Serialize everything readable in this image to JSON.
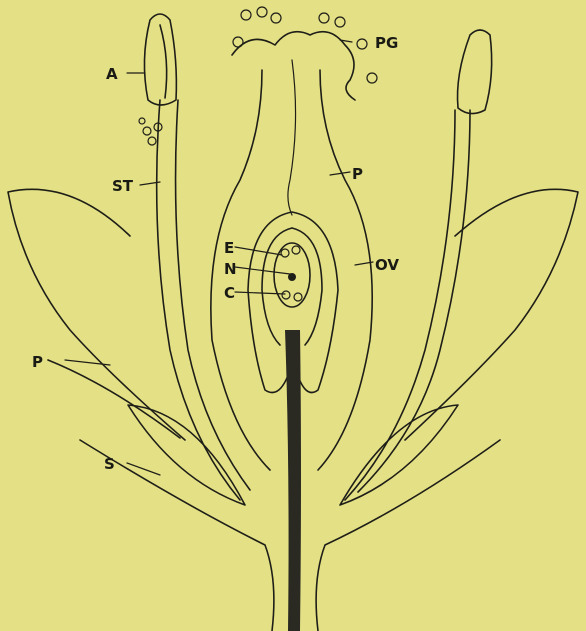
{
  "labels": {
    "anther": "A",
    "pollen_grain": "PG",
    "stamen": "ST",
    "pistil": "P",
    "egg": "E",
    "nucleus": "N",
    "cells": "C",
    "ovule": "OV",
    "petal": "P",
    "sepal": "S"
  },
  "colors": {
    "paper": "#e4e085",
    "ink": "#1e1e18"
  }
}
